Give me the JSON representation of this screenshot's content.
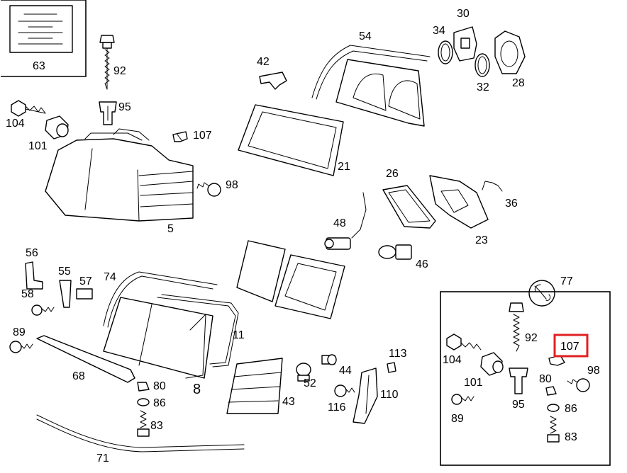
{
  "page": {
    "background": "#ffffff",
    "line_color": "#000000",
    "highlight_color": "#e02020"
  },
  "inset_box": {
    "label": "63"
  },
  "callouts": {
    "n21": "21",
    "n23": "23",
    "n26": "26",
    "n28": "28",
    "n30": "30",
    "n32": "32",
    "n34": "34",
    "n36": "36",
    "n42": "42",
    "n43": "43",
    "n44": "44",
    "n46": "46",
    "n48": "48",
    "n52": "52",
    "n54": "54",
    "n55": "55",
    "n56": "56",
    "n57": "57",
    "n58": "58",
    "n68": "68",
    "n71": "71",
    "n74": "74",
    "n77": "77",
    "n89": "89",
    "n92": "92",
    "n95": "95",
    "n98": "98",
    "n101": "101",
    "n104": "104",
    "n107": "107",
    "n110": "110",
    "n113": "113",
    "n116": "116",
    "n11": "11",
    "n5": "5",
    "n8": "8",
    "n80": "80",
    "n83": "83",
    "n86": "86"
  },
  "detail_box": {
    "n92": "92",
    "n104": "104",
    "n107": "107",
    "n98": "98",
    "n80": "80",
    "n101": "101",
    "n95": "95",
    "n86": "86",
    "n89": "89",
    "n83": "83"
  },
  "icons": {
    "wrench": "wrench-icon"
  }
}
